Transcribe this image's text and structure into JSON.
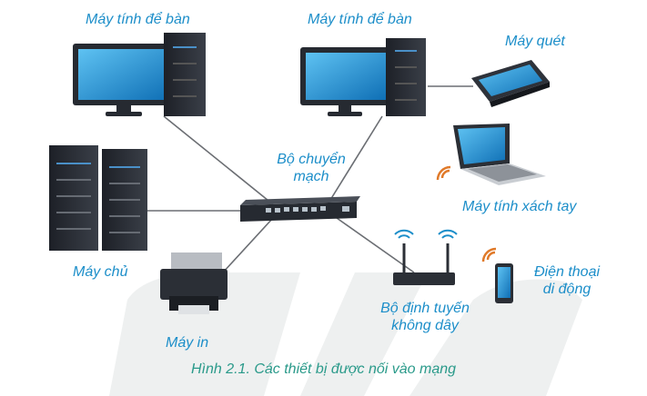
{
  "labels": {
    "desktop_left": "Máy tính để bàn",
    "desktop_right": "Máy tính để bàn",
    "scanner": "Máy quét",
    "switch_line1": "Bộ chuyển",
    "switch_line2": "mạch",
    "laptop": "Máy tính xách tay",
    "server": "Máy chủ",
    "printer": "Máy in",
    "router_line1": "Bộ định tuyến",
    "router_line2": "không dây",
    "phone_line1": "Điện thoại",
    "phone_line2": "di động"
  },
  "caption": "Hình 2.1. Các thiết bị được nối vào mạng",
  "colors": {
    "label_text": "#1c8ec9",
    "caption_text": "#2a9a8a",
    "screen": "#1a8fd6",
    "device_dark": "#262a31",
    "cable": "#6b6e73",
    "wifi_signal": "#e07a2a",
    "background_shape": "#eef0f0"
  }
}
